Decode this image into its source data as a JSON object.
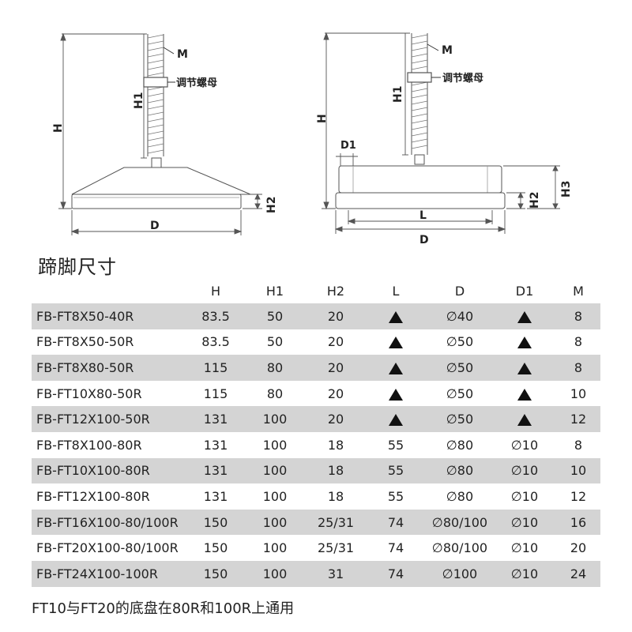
{
  "diagram_left": {
    "label_M": "M",
    "label_nut": "调节螺母",
    "label_H1": "H1",
    "label_H": "H",
    "label_H2": "H2",
    "label_D": "D"
  },
  "diagram_right": {
    "label_M": "M",
    "label_nut": "调节螺母",
    "label_H1": "H1",
    "label_H": "H",
    "label_D1": "D1",
    "label_H2": "H2",
    "label_H3": "H3",
    "label_L": "L",
    "label_D": "D"
  },
  "section_title": "蹄脚尺寸",
  "table": {
    "columns": [
      "",
      "H",
      "H1",
      "H2",
      "L",
      "D",
      "D1",
      "M"
    ],
    "rows": [
      {
        "model": "FB-FT8X50-40R",
        "H": "83.5",
        "H1": "50",
        "H2": "20",
        "L": "▲",
        "D": "∅40",
        "D1": "▲",
        "M": "8"
      },
      {
        "model": "FB-FT8X50-50R",
        "H": "83.5",
        "H1": "50",
        "H2": "20",
        "L": "▲",
        "D": "∅50",
        "D1": "▲",
        "M": "8"
      },
      {
        "model": "FB-FT8X80-50R",
        "H": "115",
        "H1": "80",
        "H2": "20",
        "L": "▲",
        "D": "∅50",
        "D1": "▲",
        "M": "8"
      },
      {
        "model": "FB-FT10X80-50R",
        "H": "115",
        "H1": "80",
        "H2": "20",
        "L": "▲",
        "D": "∅50",
        "D1": "▲",
        "M": "10"
      },
      {
        "model": "FB-FT12X100-50R",
        "H": "131",
        "H1": "100",
        "H2": "20",
        "L": "▲",
        "D": "∅50",
        "D1": "▲",
        "M": "12"
      },
      {
        "model": "FB-FT8X100-80R",
        "H": "131",
        "H1": "100",
        "H2": "18",
        "L": "55",
        "D": "∅80",
        "D1": "∅10",
        "M": "8"
      },
      {
        "model": "FB-FT10X100-80R",
        "H": "131",
        "H1": "100",
        "H2": "18",
        "L": "55",
        "D": "∅80",
        "D1": "∅10",
        "M": "10"
      },
      {
        "model": "FB-FT12X100-80R",
        "H": "131",
        "H1": "100",
        "H2": "18",
        "L": "55",
        "D": "∅80",
        "D1": "∅10",
        "M": "12"
      },
      {
        "model": "FB-FT16X100-80/100R",
        "H": "150",
        "H1": "100",
        "H2": "25/31",
        "L": "74",
        "D": "∅80/100",
        "D1": "∅10",
        "M": "16"
      },
      {
        "model": "FB-FT20X100-80/100R",
        "H": "150",
        "H1": "100",
        "H2": "25/31",
        "L": "74",
        "D": "∅80/100",
        "D1": "∅10",
        "M": "20"
      },
      {
        "model": "FB-FT24X100-100R",
        "H": "150",
        "H1": "100",
        "H2": "31",
        "L": "74",
        "D": "∅100",
        "D1": "∅10",
        "M": "24"
      }
    ]
  },
  "footnote": "FT10与FT20的底盘在80R和100R上通用",
  "colors": {
    "row_shade": "#d4d4d4",
    "line": "#555555",
    "triangle": "#111111"
  }
}
